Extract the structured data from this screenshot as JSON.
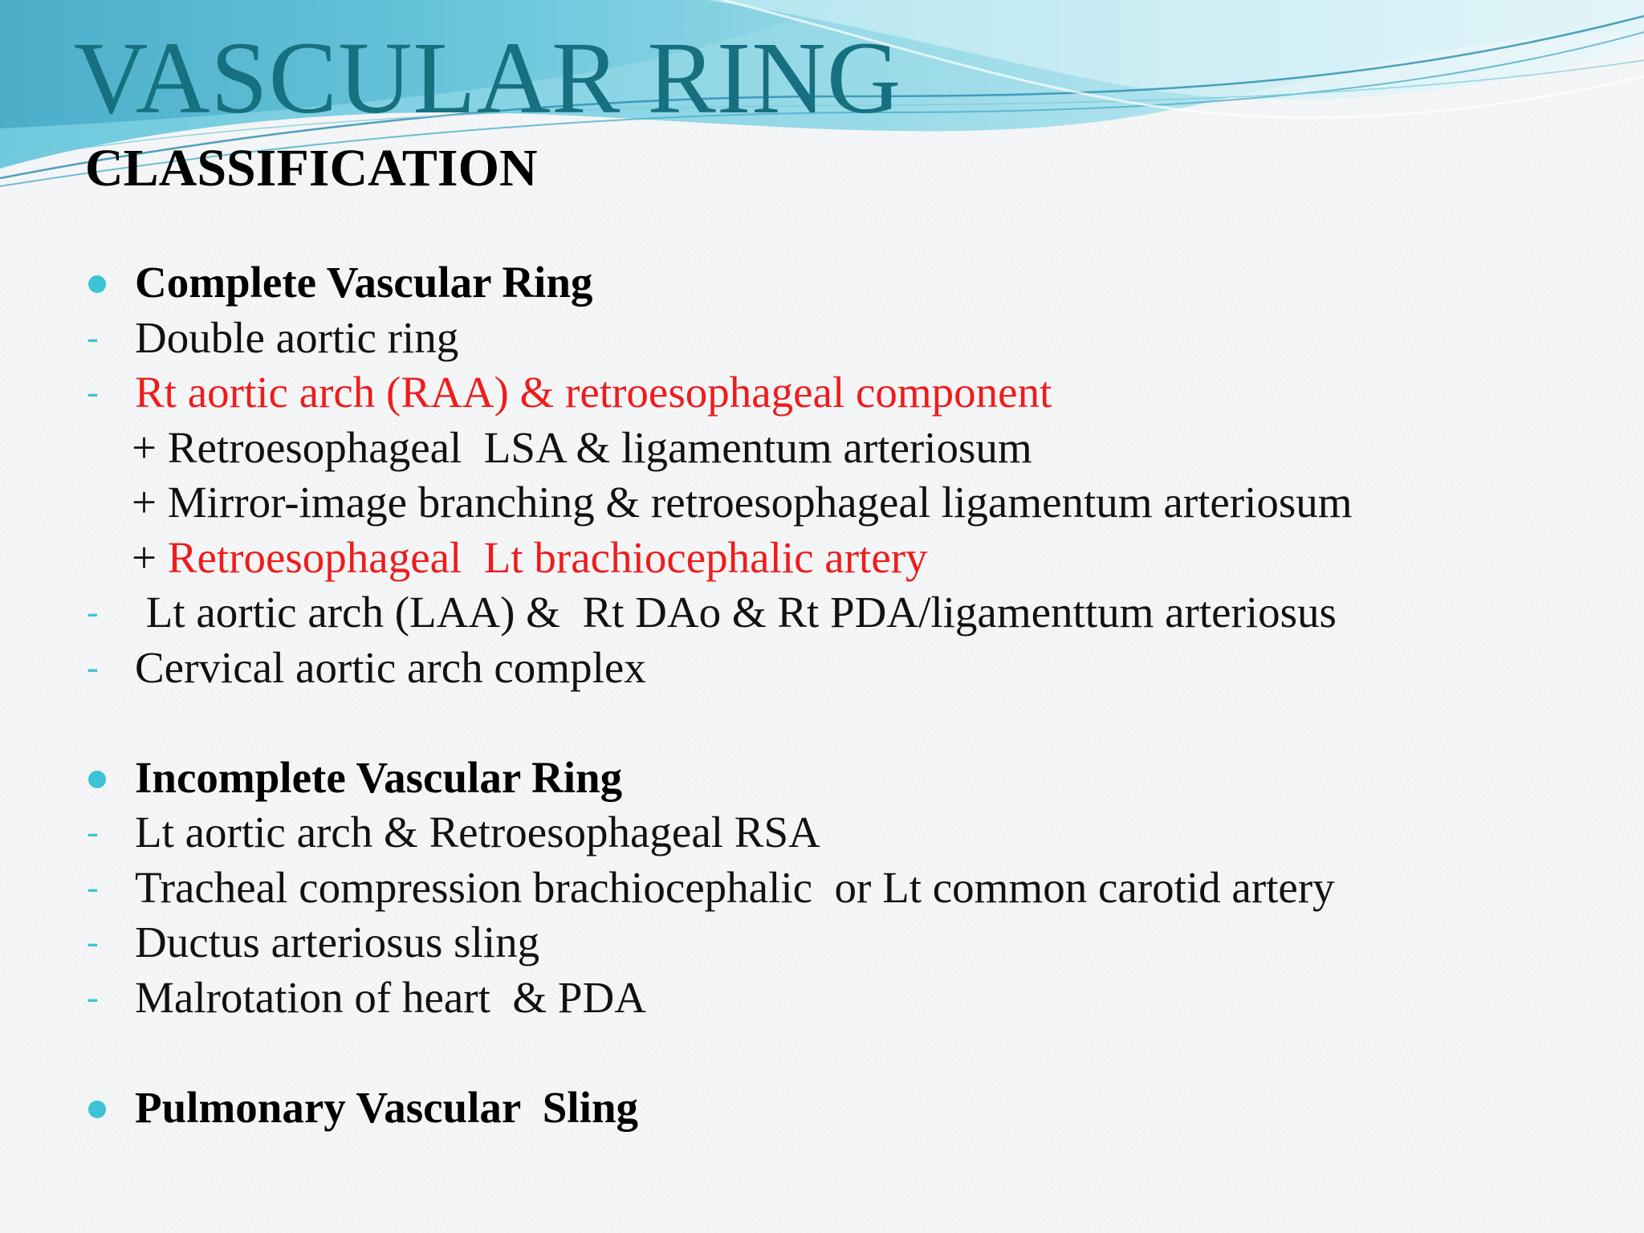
{
  "slide": {
    "title": "VASCULAR RING",
    "subtitle": "CLASSIFICATION",
    "colors": {
      "title": "#17707f",
      "bullet": "#3cc3d6",
      "highlight": "#ee1c1c",
      "wave_light": "#a8e3ee",
      "wave_mid": "#5fc4d8",
      "wave_dark": "#2a8fb0"
    },
    "icons": {
      "bullet": "circle-bullet-icon",
      "dash": "dash-icon"
    }
  },
  "sections": [
    {
      "heading": "Complete Vascular Ring",
      "items": [
        {
          "marker": "-",
          "text": "Double aortic ring"
        },
        {
          "marker": "-",
          "text": "Rt aortic arch (RAA) & retroesophageal component"
        },
        {
          "prefix": "+ ",
          "text": "Retroesophageal  LSA & ligamentum arteriosum"
        },
        {
          "prefix": "+ ",
          "text": "Mirror-image branching & retroesophageal ligamentum arteriosum"
        },
        {
          "prefix": "+ ",
          "text": "Retroesophageal  Lt brachiocephalic artery"
        },
        {
          "marker": "-",
          "text": " Lt aortic arch (LAA) &  Rt DAo & Rt PDA/ligamenttum arteriosus"
        },
        {
          "marker": "-",
          "text": "Cervical aortic arch complex"
        }
      ]
    },
    {
      "heading": "Incomplete Vascular Ring",
      "items": [
        {
          "marker": "-",
          "text": "Lt aortic arch & Retroesophageal RSA"
        },
        {
          "marker": "-",
          "text": "Tracheal compression brachiocephalic  or Lt common carotid artery"
        },
        {
          "marker": "-",
          "text": "Ductus arteriosus sling"
        },
        {
          "marker": "-",
          "text": "Malrotation of heart  & PDA"
        }
      ]
    },
    {
      "heading": "Pulmonary Vascular  Sling",
      "items": []
    }
  ]
}
